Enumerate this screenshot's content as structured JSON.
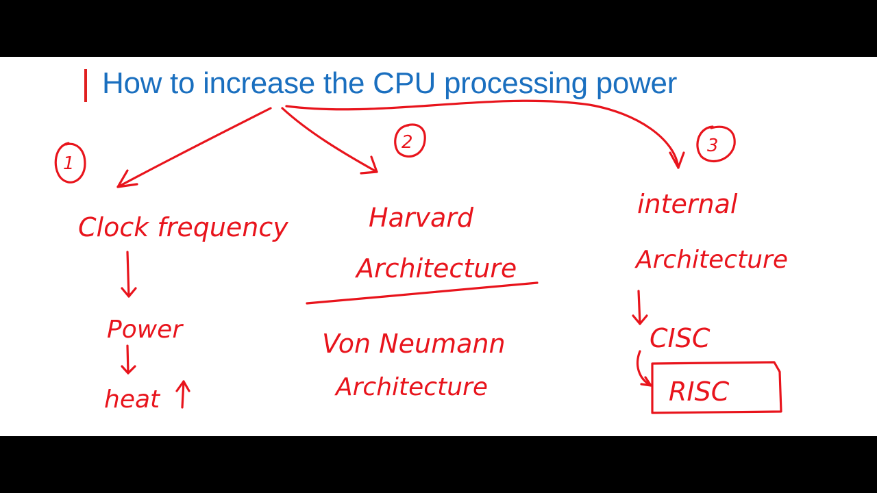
{
  "title": "How to increase the CPU processing power",
  "colors": {
    "title": "#1a6fbf",
    "ink": "#e8141c",
    "letterbox": "#000000",
    "canvas": "#ffffff"
  },
  "branches": [
    {
      "number": "1",
      "label": "Clock frequency",
      "chain": [
        "Power",
        "heat"
      ],
      "chain_end_icon": "up-arrow-icon"
    },
    {
      "number": "2",
      "label_lines": [
        "Harvard",
        "Architecture"
      ],
      "alt_lines": [
        "Von Neumann",
        "Architecture"
      ]
    },
    {
      "number": "3",
      "label_lines": [
        "internal",
        "Architecture"
      ],
      "chain": [
        "CISC",
        "RISC"
      ],
      "boxed_item": "RISC"
    }
  ]
}
